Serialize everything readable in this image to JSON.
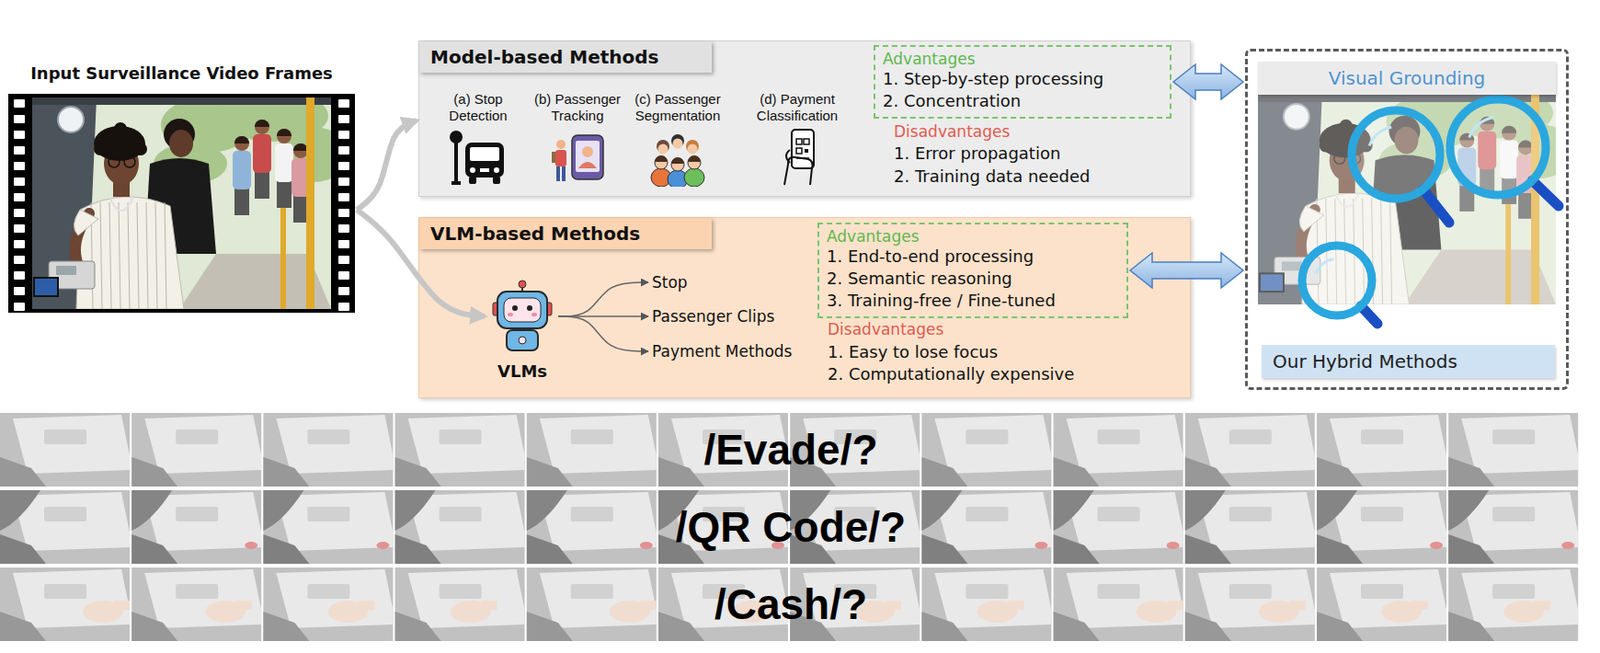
{
  "diagram": {
    "nodes": [
      {
        "text": [
          "Input Surveillance Video Frames"
        ]
      },
      {
        "text": [
          "Model-based Methods",
          "Disadvantages",
          "1. Error propagation",
          "2. Training data needed"
        ]
      },
      {
        "text": [
          "(a) Stop Detection"
        ],
        "in": 1
      },
      {
        "text": [
          "(b) Passenger Tracking"
        ],
        "in": 1
      },
      {
        "text": [
          "(c) Passenger Segmentation"
        ],
        "in": 1
      },
      {
        "text": [
          "(d) Payment Classification"
        ],
        "in": 1
      },
      {
        "text": [
          "Advantages",
          "1. Step-by-step processing",
          "2. Concentration"
        ],
        "in": 1
      },
      {
        "text": [
          "VLM-based Methods",
          "Disadvantages",
          "1. Easy to lose focus",
          "2. Computationally expensive"
        ]
      },
      {
        "text": [
          "VLMs"
        ],
        "in": 7
      },
      {
        "text": [
          "Stop"
        ],
        "in": 7
      },
      {
        "text": [
          "Passenger Clips"
        ],
        "in": 7
      },
      {
        "text": [
          "Payment Methods"
        ],
        "in": 7
      },
      {
        "text": [
          "Advantages",
          "1. End-to-end processing",
          "2. Semantic reasoning",
          "3. Training-free / Fine-tuned"
        ],
        "in": 7
      },
      {
        "text": [
          "Visual Grounding",
          "Our Hybrid Methods"
        ]
      }
    ],
    "edges": [
      {
        "from": 0,
        "to": 1,
        "arrow": "to"
      },
      {
        "from": 0,
        "to": 8,
        "arrow": "to"
      },
      {
        "from": 8,
        "to": 9,
        "arrow": "to"
      },
      {
        "from": 8,
        "to": 10,
        "arrow": "to"
      },
      {
        "from": 8,
        "to": 11,
        "arrow": "to"
      },
      {
        "from": 6,
        "to": 13,
        "arrow": "both"
      },
      {
        "from": 12,
        "to": 13,
        "arrow": "both"
      }
    ],
    "labels": [
      "/Evade/?",
      "/QR Code/?",
      "/Cash/?"
    ]
  }
}
